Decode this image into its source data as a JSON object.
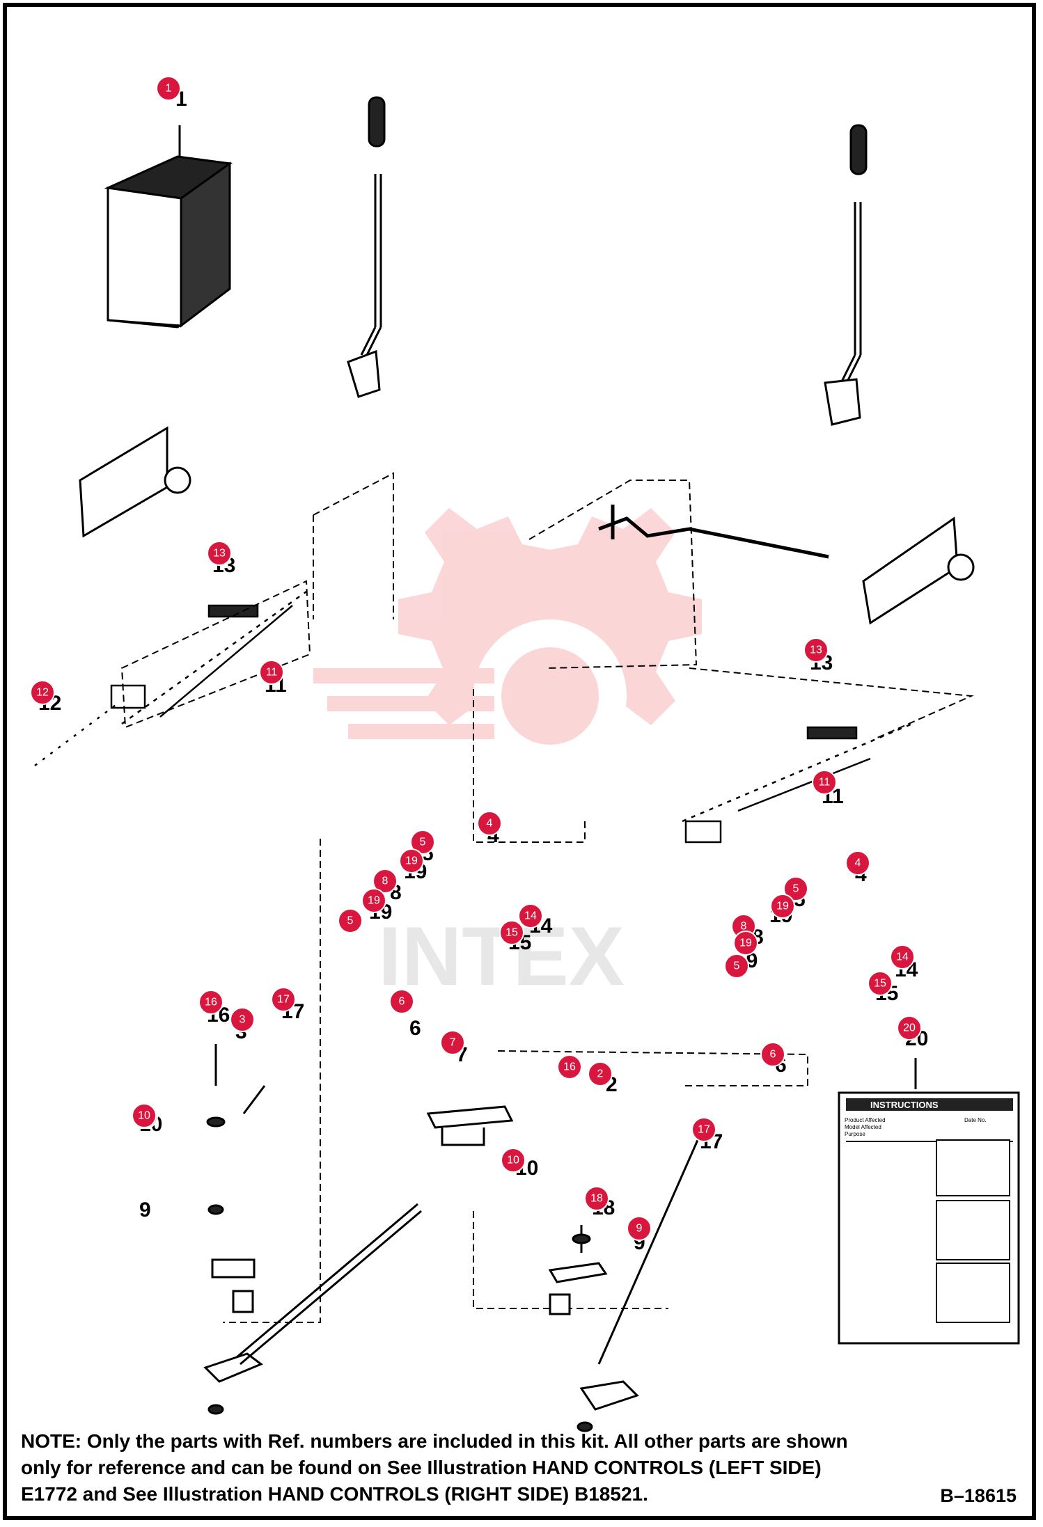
{
  "callouts": [
    "1",
    "2",
    "3",
    "4",
    "4",
    "5",
    "5",
    "5",
    "5",
    "6",
    "6",
    "7",
    "8",
    "8",
    "9",
    "9",
    "10",
    "10",
    "11",
    "11",
    "12",
    "13",
    "13",
    "14",
    "14",
    "15",
    "15",
    "16",
    "16",
    "17",
    "17",
    "18",
    "19",
    "19",
    "19",
    "19",
    "20"
  ],
  "refs": [
    "1",
    "3",
    "4",
    "4",
    "5",
    "5",
    "6",
    "6",
    "7",
    "8",
    "8",
    "9",
    "9",
    "10",
    "10",
    "11",
    "11",
    "12",
    "13",
    "13",
    "14",
    "14",
    "15",
    "15",
    "16",
    "17",
    "17",
    "18",
    "19",
    "19",
    "19",
    "19",
    "2",
    "20"
  ],
  "instruction_sheet": {
    "header": "INSTRUCTIONS",
    "lines": [
      "Product Affected",
      "Model Affected",
      "Purpose"
    ],
    "date_label": "Date No."
  },
  "watermark": "INTEX",
  "note": {
    "lines": [
      "NOTE: Only the parts with Ref. numbers are included in this kit. All other parts are shown",
      "only for reference and can be found on See Illustration HAND CONTROLS (LEFT SIDE)",
      "E1772 and See Illustration HAND CONTROLS (RIGHT SIDE) B18521."
    ]
  },
  "figure_id": "B–18615"
}
